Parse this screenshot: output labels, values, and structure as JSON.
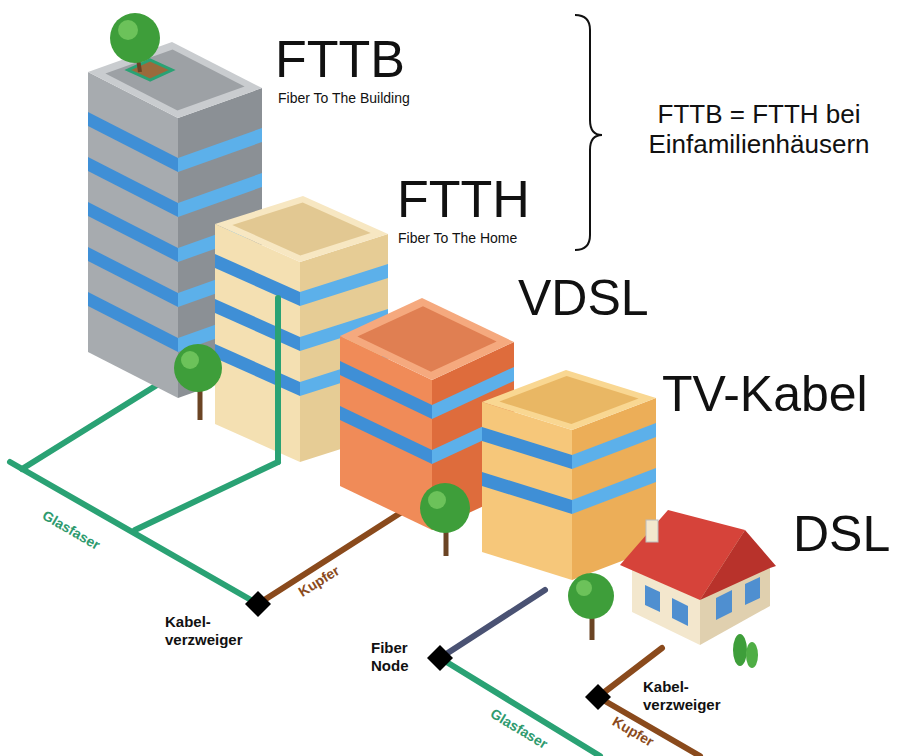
{
  "diagram": {
    "nodes": [
      {
        "text": [
          "Kabel- verzweiger"
        ]
      },
      {
        "text": [
          "Fiber Node"
        ]
      },
      {
        "text": [
          "Kabel- verzweiger"
        ]
      }
    ],
    "labels": [
      "FTTB",
      "Fiber To The Building",
      "FTTH",
      "Fiber To The Home",
      "FTTB = FTTH bei Einfamilienhäusern",
      "VDSL",
      "TV-Kabel",
      "DSL",
      "Glasfaser",
      "Kupfer",
      "Glasfaser",
      "Kupfer"
    ]
  }
}
